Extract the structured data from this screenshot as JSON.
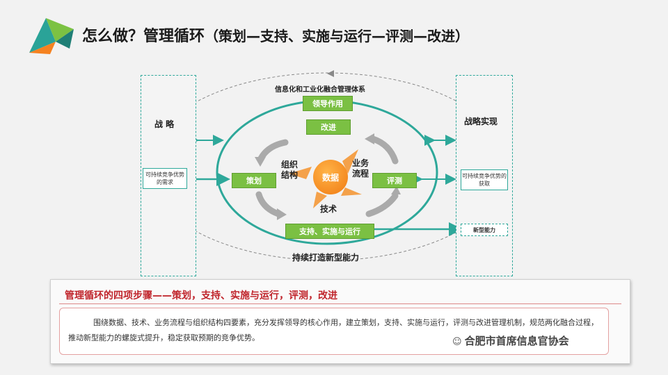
{
  "header": {
    "title": "怎么做？管理循环",
    "subtitle": "（策划—支持、实施与运行—评测—改进）"
  },
  "diagram": {
    "system_label": "信息化和工业化融合管理体系",
    "left": {
      "title": "战 略",
      "box_text": "可持续竞争优势的需求"
    },
    "right": {
      "title": "战略实现",
      "box_text": "可持续竞争优势的获取",
      "new_capability": "新型能力"
    },
    "cycle": {
      "leadership": "领导作用",
      "improve": "改进",
      "plan": "策划",
      "evaluate": "评测",
      "implement": "支持、实施与运行",
      "continuous": "持续打造新型能力"
    },
    "elements": {
      "center": "数据",
      "org": "组织结构",
      "process": "业务流程",
      "tech": "技术"
    }
  },
  "panel": {
    "title": "管理循环的四项步骤——策划，支持、实施与运行，评测，改进",
    "text": "围绕数据、技术、业务流程与组织结构四要素，充分发挥领导的核心作用，建立策划，支持、实施与运行，评测与改进管理机制，规范两化融合过程，推动新型能力的螺旋式提升，稳定获取预期的竞争优势。"
  },
  "watermark": "合肥市首席信息官协会",
  "colors": {
    "teal": "#2ea89a",
    "green": "#7bc043",
    "orange": "#f07a12",
    "red": "#c0252c"
  }
}
